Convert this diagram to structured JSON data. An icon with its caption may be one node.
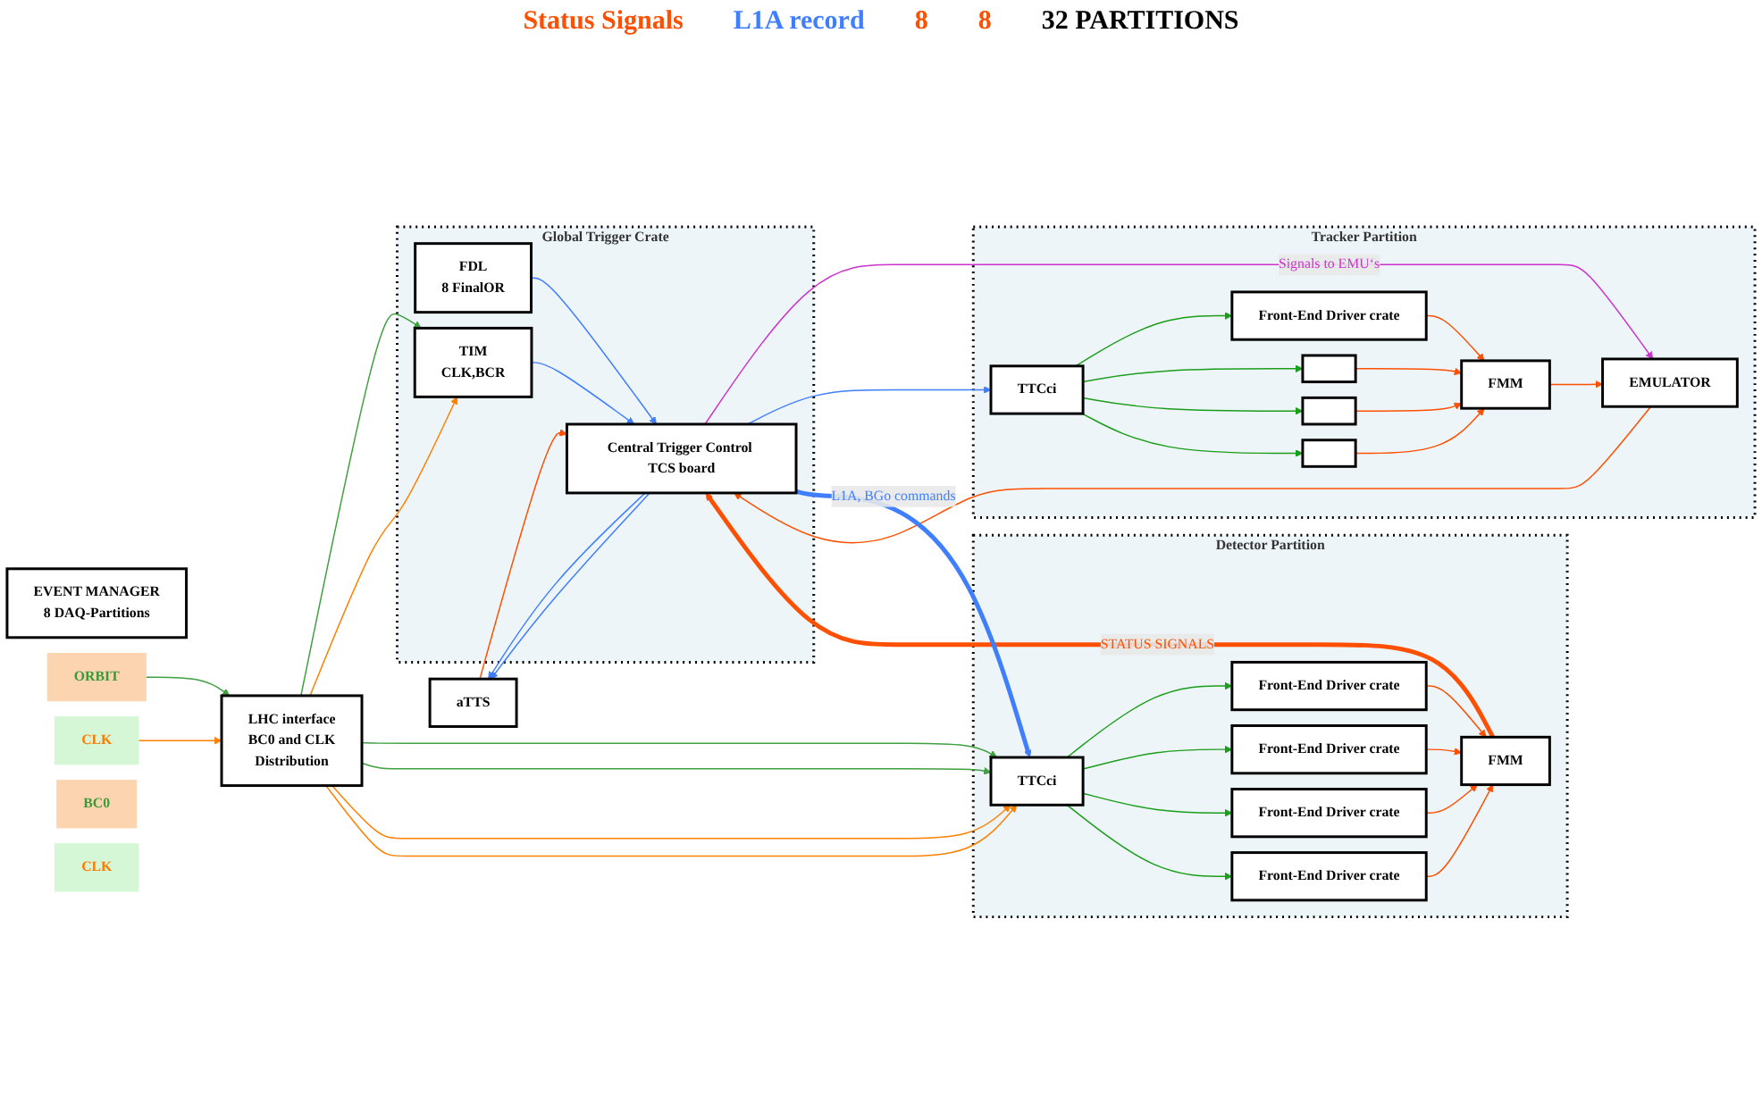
{
  "diagram": {
    "nodes": [
      {
        "text": [
          "EVENT MANAGER",
          "8 DAQ-Partitions"
        ]
      },
      {
        "text": [
          "aTTS"
        ]
      },
      {
        "text": [
          "Global Trigger Crate"
        ]
      },
      {
        "text": [
          "FDL",
          "8 FinalOR"
        ],
        "in": 2
      },
      {
        "text": [
          "TIM",
          "CLK,BCR"
        ],
        "in": 2
      },
      {
        "text": [
          "Central Trigger Control TCS board"
        ],
        "in": 2
      },
      {
        "text": [
          "Tracker Partition"
        ]
      },
      {
        "text": [
          "EMULATOR"
        ],
        "in": 6
      },
      {
        "text": [
          "FMM"
        ],
        "in": 6
      },
      {
        "text": [
          "TTCci"
        ],
        "in": 6
      },
      {
        "text": [
          "Front-End Driver crate"
        ],
        "in": 6
      },
      {
        "text": [],
        "shape": "box",
        "in": 6
      },
      {
        "text": [],
        "shape": "box",
        "in": 6
      },
      {
        "text": [],
        "shape": "box",
        "in": 6
      },
      {
        "text": [
          "Detector Partition"
        ]
      },
      {
        "text": [
          "FMM"
        ],
        "in": 14
      },
      {
        "text": [
          "TTCci"
        ],
        "in": 14
      },
      {
        "text": [
          "Front-End Driver crate"
        ],
        "in": 14
      },
      {
        "text": [
          "Front-End Driver crate"
        ],
        "in": 14
      },
      {
        "text": [
          "Front-End Driver crate"
        ],
        "in": 14
      },
      {
        "text": [
          "Front-End Driver crate"
        ],
        "in": 14
      },
      {
        "text": [
          "LHC interface",
          "BC0 and CLK",
          "Distribution"
        ]
      },
      {
        "text": [
          "ORBIT"
        ]
      },
      {
        "text": [
          "CLK"
        ]
      },
      {
        "text": [
          "BC0"
        ]
      },
      {
        "text": [
          "CLK"
        ]
      }
    ],
    "edges": [
      {
        "from": 5,
        "to": 1,
        "arrow": "to",
        "color": "#3f7fff"
      },
      {
        "from": 5,
        "to": 1,
        "arrow": "to",
        "color": "#3f7fff"
      },
      {
        "from": 1,
        "to": 5,
        "arrow": "to"
      },
      {
        "from": 3,
        "to": 5,
        "arrow": "to",
        "color": "#3f7fff"
      },
      {
        "from": 4,
        "to": 5,
        "arrow": "to",
        "color": "#3f7fff"
      },
      {
        "from": 5,
        "to": 7,
        "arrow": "to",
        "label": "Signals to EMU‘s",
        "color": "#cc33cc"
      },
      {
        "from": 7,
        "to": 5,
        "arrow": "to"
      },
      {
        "from": 5,
        "to": 9,
        "arrow": "to",
        "color": "#3f7fff"
      },
      {
        "from": 8,
        "to": 7,
        "arrow": "to"
      },
      {
        "from": 10,
        "to": 8,
        "arrow": "to"
      },
      {
        "from": 11,
        "to": 8,
        "arrow": "to"
      },
      {
        "from": 12,
        "to": 8,
        "arrow": "to"
      },
      {
        "from": 13,
        "to": 8,
        "arrow": "to"
      },
      {
        "from": 9,
        "to": 10,
        "arrow": "to",
        "color": "#1a9e1a"
      },
      {
        "from": 9,
        "to": 11,
        "arrow": "to",
        "color": "#1a9e1a"
      },
      {
        "from": 9,
        "to": 12,
        "arrow": "to",
        "color": "#1a9e1a"
      },
      {
        "from": 9,
        "to": 13,
        "arrow": "to",
        "color": "#1a9e1a"
      },
      {
        "from": 15,
        "to": 5,
        "arrow": "to",
        "label": "STATUS SIGNALS",
        "style": "thick"
      },
      {
        "from": 5,
        "to": 16,
        "arrow": "to",
        "label": "L1A, BGo commands",
        "style": "thick",
        "color": "#3f7fff"
      },
      {
        "from": 17,
        "to": 15,
        "arrow": "to"
      },
      {
        "from": 18,
        "to": 15,
        "arrow": "to"
      },
      {
        "from": 19,
        "to": 15,
        "arrow": "to"
      },
      {
        "from": 20,
        "to": 15,
        "arrow": "to"
      },
      {
        "from": 16,
        "to": 17,
        "arrow": "to",
        "color": "#1a9e1a"
      },
      {
        "from": 16,
        "to": 18,
        "arrow": "to",
        "color": "#1a9e1a"
      },
      {
        "from": 16,
        "to": 19,
        "arrow": "to",
        "color": "#1a9e1a"
      },
      {
        "from": 16,
        "to": 20,
        "arrow": "to",
        "color": "#1a9e1a"
      },
      {
        "from": 21,
        "to": 4,
        "arrow": "to",
        "color": "#3fa03f"
      },
      {
        "from": 21,
        "to": 4,
        "arrow": "to",
        "color": "#ff8000"
      },
      {
        "from": 21,
        "to": 16,
        "arrow": "to",
        "color": "#3fa03f"
      },
      {
        "from": 21,
        "to": 16,
        "arrow": "to",
        "color": "#3fa03f"
      },
      {
        "from": 21,
        "to": 16,
        "arrow": "to",
        "color": "#ff8000"
      },
      {
        "from": 21,
        "to": 16,
        "arrow": "to",
        "color": "#ff8000"
      },
      {
        "from": 22,
        "to": 21,
        "arrow": "to",
        "color": "#3fa03f"
      },
      {
        "from": 23,
        "to": 21,
        "arrow": "to",
        "color": "#ff8000"
      }
    ],
    "labels": [
      "Status Signals",
      "L1A record",
      "8",
      "8",
      "32 PARTITIONS"
    ]
  }
}
